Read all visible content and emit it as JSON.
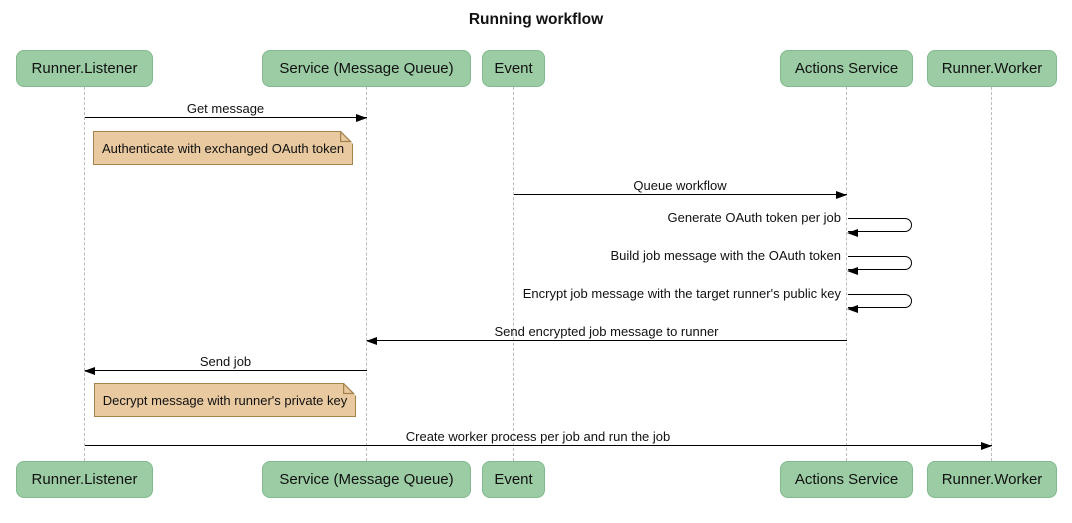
{
  "title": "Running workflow",
  "colors": {
    "actor_fill": "#9BCCA4",
    "actor_border": "#82B98E",
    "note_fill": "#E8C9A0",
    "note_border": "#A5834C",
    "lifeline": "#BBBBBB",
    "line": "#000000",
    "text": "#111111",
    "background": "#FFFFFF"
  },
  "participants": [
    {
      "label": "Runner.Listener"
    },
    {
      "label": "Service (Message Queue)"
    },
    {
      "label": "Event"
    },
    {
      "label": "Actions Service"
    },
    {
      "label": "Runner.Worker"
    }
  ],
  "messages": [
    {
      "label": "Get message",
      "from": "Runner.Listener",
      "to": "Service (Message Queue)"
    },
    {
      "label": "Queue workflow",
      "from": "Event",
      "to": "Actions Service"
    },
    {
      "label": "Generate OAuth token per job",
      "from": "Actions Service",
      "to": "Actions Service"
    },
    {
      "label": "Build job message with the OAuth token",
      "from": "Actions Service",
      "to": "Actions Service"
    },
    {
      "label": "Encrypt job message with the target runner's public key",
      "from": "Actions Service",
      "to": "Actions Service"
    },
    {
      "label": "Send encrypted job message to runner",
      "from": "Actions Service",
      "to": "Service (Message Queue)"
    },
    {
      "label": "Send job",
      "from": "Service (Message Queue)",
      "to": "Runner.Listener"
    },
    {
      "label": "Create worker process per job and run the job",
      "from": "Runner.Listener",
      "to": "Runner.Worker"
    }
  ],
  "notes": [
    {
      "label": "Authenticate with exchanged OAuth token"
    },
    {
      "label": "Decrypt message with runner's private key"
    }
  ]
}
